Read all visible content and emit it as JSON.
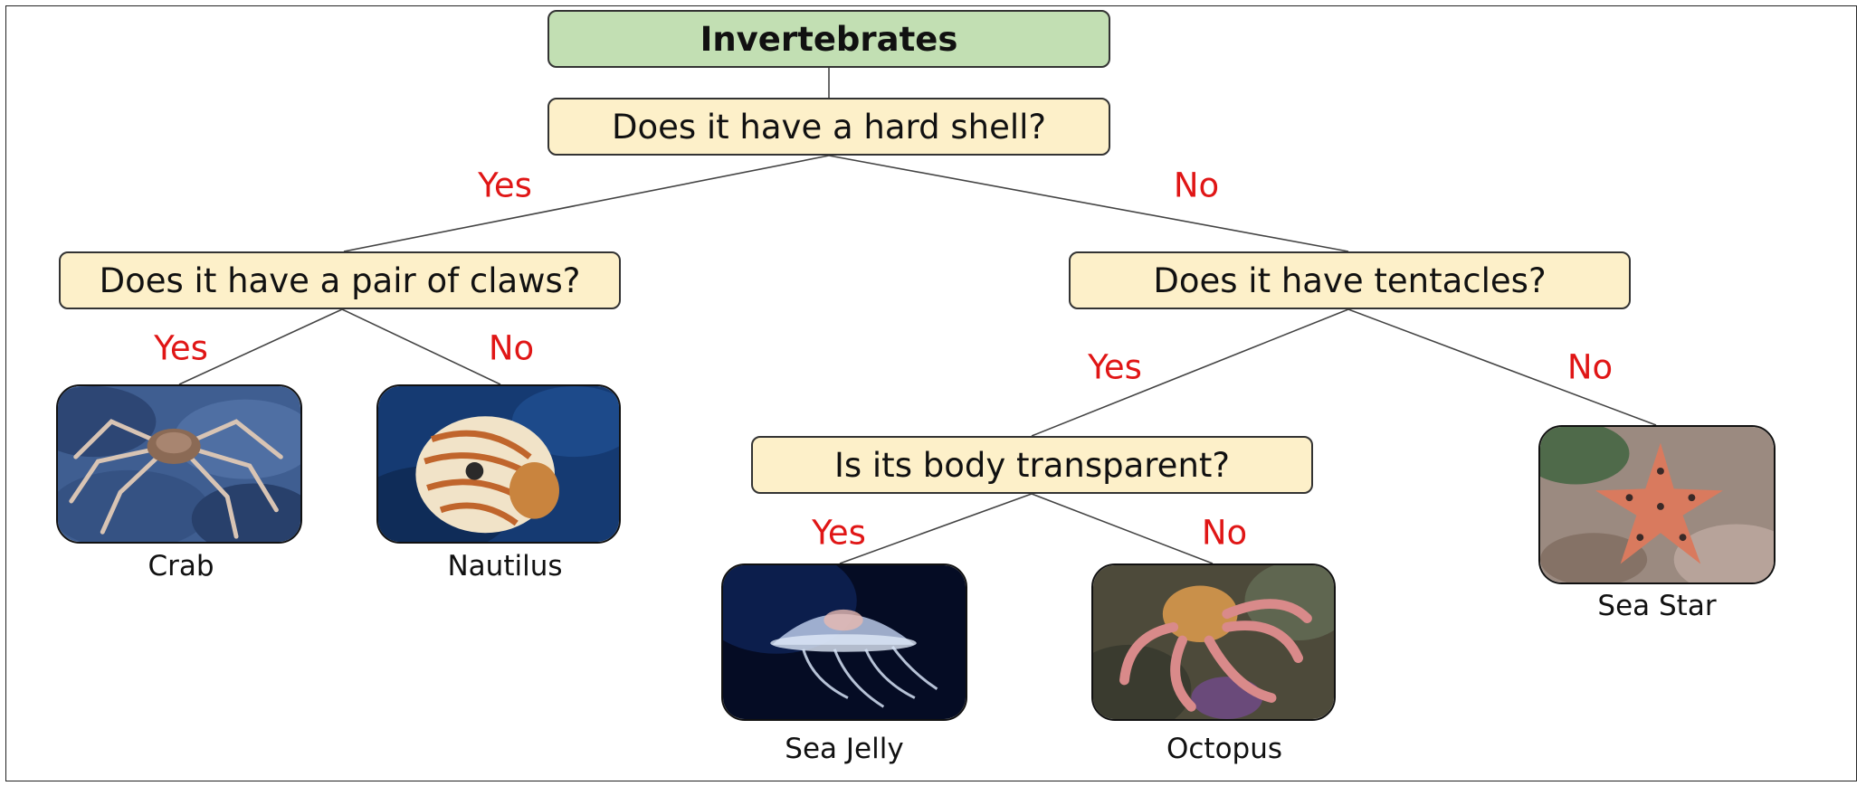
{
  "tree": {
    "root": "Invertebrates",
    "q_shell": "Does it have a hard shell?",
    "q_claws": "Does it have a pair of claws?",
    "q_tentacles": "Does it have tentacles?",
    "q_transparent": "Is its body transparent?"
  },
  "edges": {
    "shell_yes": "Yes",
    "shell_no": "No",
    "claws_yes": "Yes",
    "claws_no": "No",
    "tentacles_yes": "Yes",
    "tentacles_no": "No",
    "transparent_yes": "Yes",
    "transparent_no": "No"
  },
  "leaves": {
    "crab": "Crab",
    "nautilus": "Nautilus",
    "sea_jelly": "Sea Jelly",
    "octopus": "Octopus",
    "sea_star": "Sea Star"
  },
  "colors": {
    "root_fill": "#c2dfb3",
    "question_fill": "#fdf0c9",
    "answer_text": "#e01616"
  }
}
